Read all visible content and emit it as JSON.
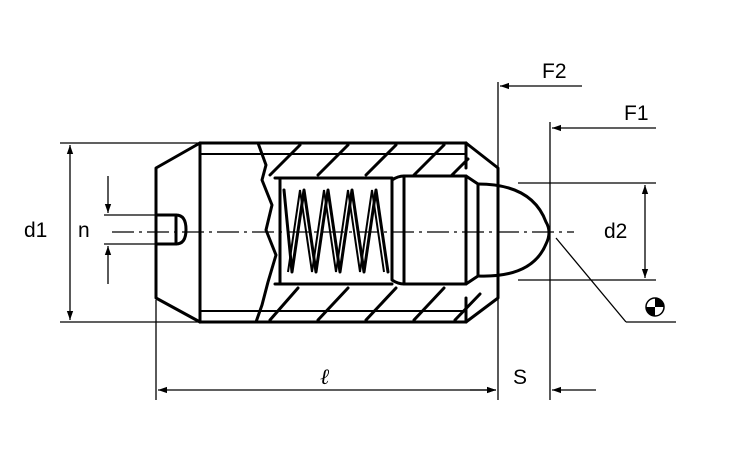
{
  "title": "",
  "labels": {
    "d1": "d1",
    "n": "n",
    "d2": "d2",
    "l": "ℓ",
    "s": "S",
    "f1": "F1",
    "f2": "F2"
  },
  "symbols": {
    "center_of_gravity": "center-of-gravity-icon"
  },
  "colors": {
    "line": "#000000",
    "background": "#ffffff"
  }
}
